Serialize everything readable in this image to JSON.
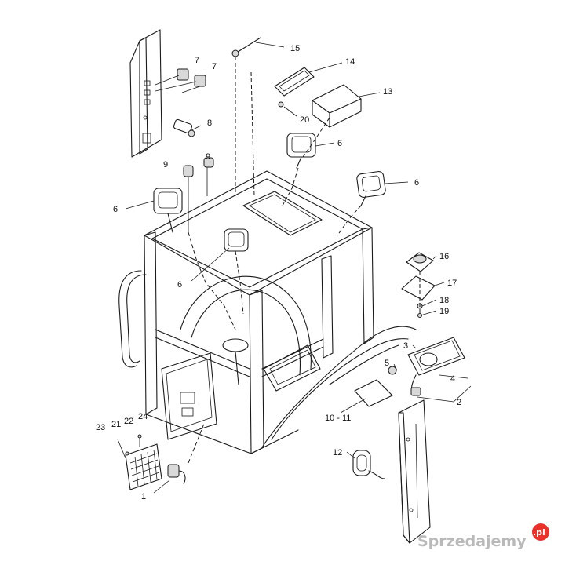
{
  "callouts": {
    "c1": "1",
    "c2": "2",
    "c3": "3",
    "c4": "4",
    "c5": "5",
    "c6a": "6",
    "c6b": "6",
    "c6c": "6",
    "c6d": "6",
    "c7a": "7",
    "c7b": "7",
    "c8": "8",
    "c9a": "9",
    "c9b": "9",
    "c10_11": "10 - 11",
    "c12": "12",
    "c13": "13",
    "c14": "14",
    "c15": "15",
    "c16": "16",
    "c17": "17",
    "c18": "18",
    "c19": "19",
    "c20": "20",
    "c21": "21",
    "c22": "22",
    "c23": "23",
    "c24": "24"
  },
  "watermark": {
    "text": "Sprzedajemy",
    "suffix": ".pl"
  },
  "colors": {
    "line": "#1a1a1a",
    "background": "#ffffff",
    "watermark_text": "#b9b9b9",
    "watermark_badge": "#e8322b"
  }
}
